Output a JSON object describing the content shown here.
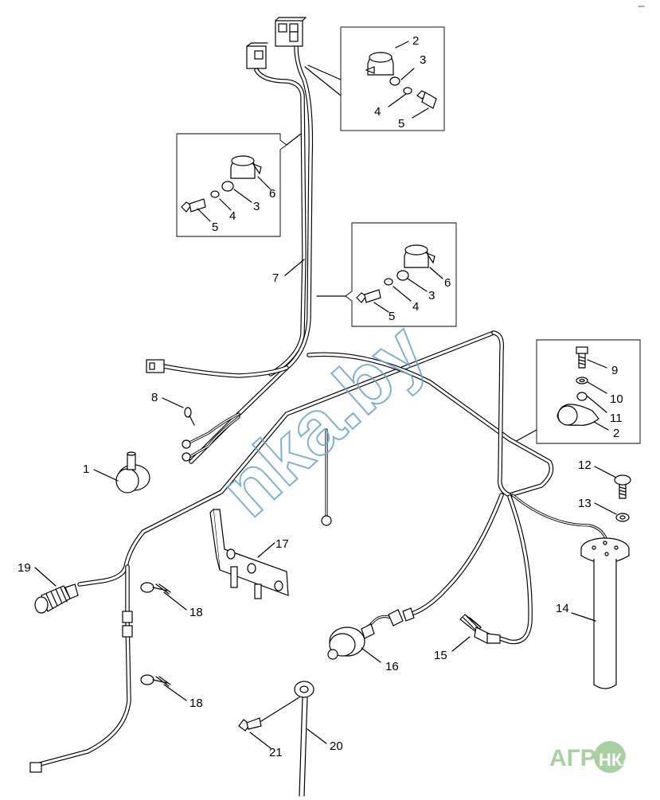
{
  "labels": {
    "n1": "1",
    "n2a": "2",
    "n2b": "2",
    "n3a": "3",
    "n3b": "3",
    "n3c": "3",
    "n4a": "4",
    "n4b": "4",
    "n4c": "4",
    "n5a": "5",
    "n5b": "5",
    "n5c": "5",
    "n6a": "6",
    "n6b": "6",
    "n7": "7",
    "n8": "8",
    "n9": "9",
    "n10": "10",
    "n11": "11",
    "n12": "12",
    "n13": "13",
    "n14": "14",
    "n15": "15",
    "n16": "16",
    "n17": "17",
    "n18a": "18",
    "n18b": "18",
    "n19": "19",
    "n20": "20",
    "n21": "21"
  },
  "watermark": {
    "text": "nka.by",
    "color": "#6fa3c8"
  },
  "logo": {
    "left": "АГРО",
    "right": "НКА",
    "color": "#a9cfa2"
  },
  "corner_mark": "ᵖᵒᵒᵒ"
}
